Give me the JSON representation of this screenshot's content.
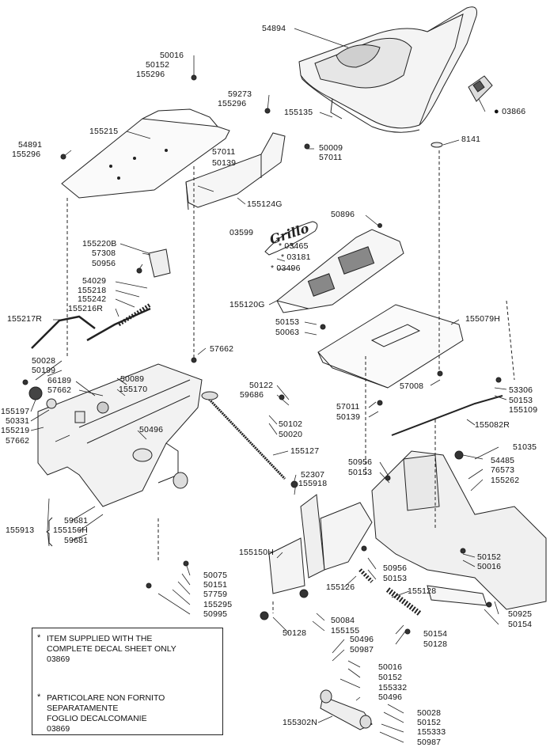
{
  "parts": {
    "p54894": "54894",
    "p50016a": "50016",
    "p50152a": "50152",
    "p155296a": "155296",
    "p59273": "59273",
    "p155296b": "155296",
    "p155135": "155135",
    "p03866": "03866",
    "p155215": "155215",
    "p54891": "54891",
    "p155296c": "155296",
    "p57011a": "57011",
    "p50139a": "50139",
    "p50009": "50009",
    "p57011b": "57011",
    "p8141": "8141",
    "p155124G": "155124G",
    "p50896": "50896",
    "p03599": "03599",
    "p03465": "03465",
    "p03181": "03181",
    "p03496": "03496",
    "p155220B": "155220B",
    "p57308": "57308",
    "p50956a": "50956",
    "p54029": "54029",
    "p155218": "155218",
    "p155242": "155242",
    "p155216R": "155216R",
    "p155120G": "155120G",
    "p155217R": "155217R",
    "p50153a": "50153",
    "p50063": "50063",
    "p155079H": "155079H",
    "p57662a": "57662",
    "p50028a": "50028",
    "p50199": "50199",
    "p66189": "66189",
    "p57662b": "57662",
    "p50089": "50089",
    "p155170": "155170",
    "p155197": "155197",
    "p50331": "50331",
    "p155219": "155219",
    "p57662c": "57662",
    "p50496a": "50496",
    "p50122": "50122",
    "p59686": "59686",
    "p50102": "50102",
    "p50020": "50020",
    "p57008": "57008",
    "p57011c": "57011",
    "p50139b": "50139",
    "p53306": "53306",
    "p50153b": "50153",
    "p155109": "155109",
    "p155082R": "155082R",
    "p155127": "155127",
    "p52307": "52307",
    "p155918": "155918",
    "p50956b": "50956",
    "p50153c": "50153",
    "p51035": "51035",
    "p54485": "54485",
    "p76573": "76573",
    "p155262": "155262",
    "p59681a": "59681",
    "p155913": "155913",
    "p155156H": "155156H",
    "p59681b": "59681",
    "p155150H": "155150H",
    "p50956c": "50956",
    "p50153d": "50153",
    "p50152b": "50152",
    "p50016b": "50016",
    "p155126": "155126",
    "p155128": "155128",
    "p50075": "50075",
    "p50151": "50151",
    "p57759": "57759",
    "p155295": "155295",
    "p50995": "50995",
    "p50084": "50084",
    "p155155": "155155",
    "p50128a": "50128",
    "p50496b": "50496",
    "p50987a": "50987",
    "p50016c": "50016",
    "p50152c": "50152",
    "p155332": "155332",
    "p50496c": "50496",
    "p50154a": "50154",
    "p50128b": "50128",
    "p50925": "50925",
    "p50154b": "50154",
    "p50028b": "50028",
    "p50152d": "50152",
    "p155333": "155333",
    "p50987b": "50987",
    "p155302N": "155302N"
  },
  "logo_text": "Grillo",
  "note": {
    "en_line1": "ITEM SUPPLIED WITH THE",
    "en_line2": "COMPLETE DECAL SHEET ONLY",
    "en_line3": "03869",
    "it_line1": "PARTICOLARE NON FORNITO",
    "it_line2": "SEPARATAMENTE",
    "it_line3": "FOGLIO DECALCOMANIE",
    "it_line4": "03869",
    "star": "*"
  }
}
